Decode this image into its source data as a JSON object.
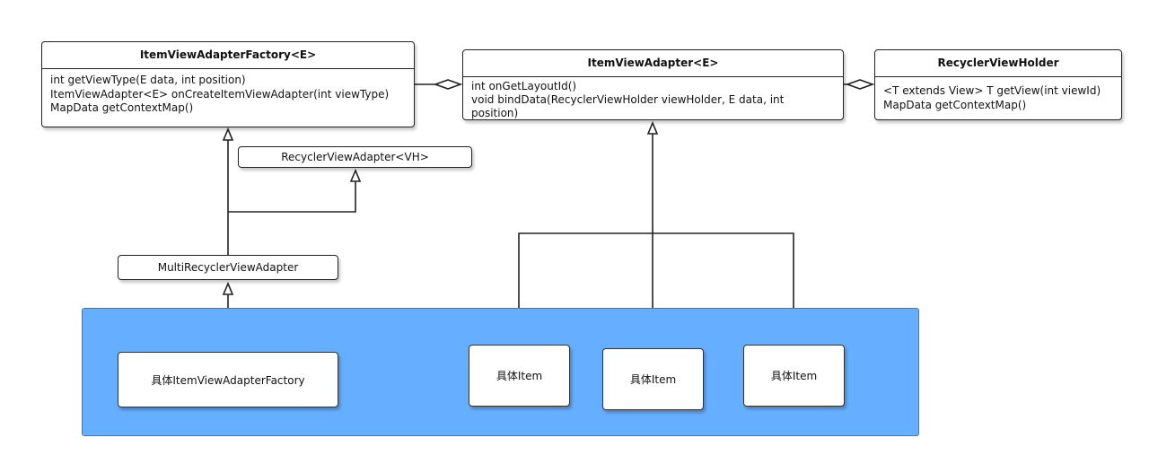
{
  "factory": {
    "title": "ItemViewAdapterFactory<E>",
    "methods": [
      "int getViewType(E data, int position)",
      "ItemViewAdapter<E> onCreateItemViewAdapter(int viewType)",
      "MapData getContextMap()"
    ]
  },
  "item_adapter": {
    "title": "ItemViewAdapter<E>",
    "methods": [
      "int onGetLayoutId()",
      "void bindData(RecyclerViewHolder viewHolder, E data, int position)"
    ]
  },
  "holder": {
    "title": "RecyclerViewHolder",
    "methods": [
      "<T extends View> T getView(int viewId)",
      "MapData getContextMap()"
    ]
  },
  "recycler_adapter": {
    "label": "RecyclerViewAdapter<VH>"
  },
  "multi_adapter": {
    "label": "MultiRecyclerViewAdapter"
  },
  "concrete": {
    "factory_label": "具体ItemViewAdapterFactory",
    "items": [
      "具体Item",
      "具体Item",
      "具体Item"
    ]
  },
  "colors": {
    "group_fill": "#66aeff",
    "line": "#222222"
  }
}
